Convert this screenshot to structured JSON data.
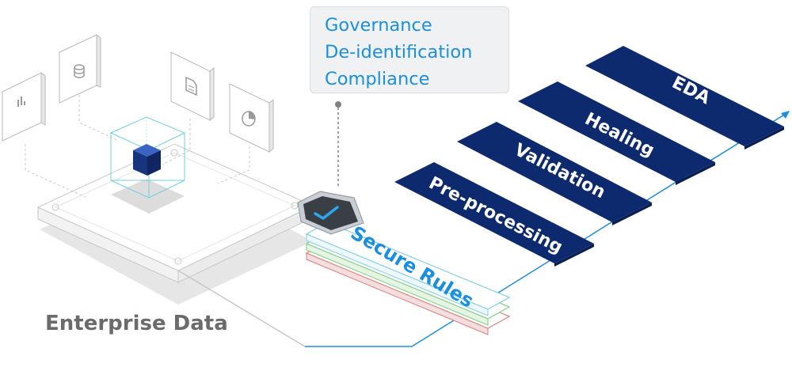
{
  "callout": {
    "lines": [
      "Governance",
      "De-identification",
      "Compliance"
    ]
  },
  "source_label": "Enterprise Data",
  "pipeline": {
    "stages": [
      "Pre-processing",
      "Validation",
      "Healing",
      "EDA"
    ],
    "rules_label": "Secure Rules"
  },
  "colors": {
    "navy": "#0e2a6e",
    "accent_blue": "#1a8fe0",
    "cube_blue": "#1d3f8f",
    "gray_line": "#c8c8c8",
    "text_gray": "#6b6b6b",
    "shield_dark": "#3a3f45"
  },
  "icons": [
    "chart-doc-icon",
    "database-doc-icon",
    "file-doc-icon",
    "pie-doc-icon",
    "shield-check-icon"
  ]
}
